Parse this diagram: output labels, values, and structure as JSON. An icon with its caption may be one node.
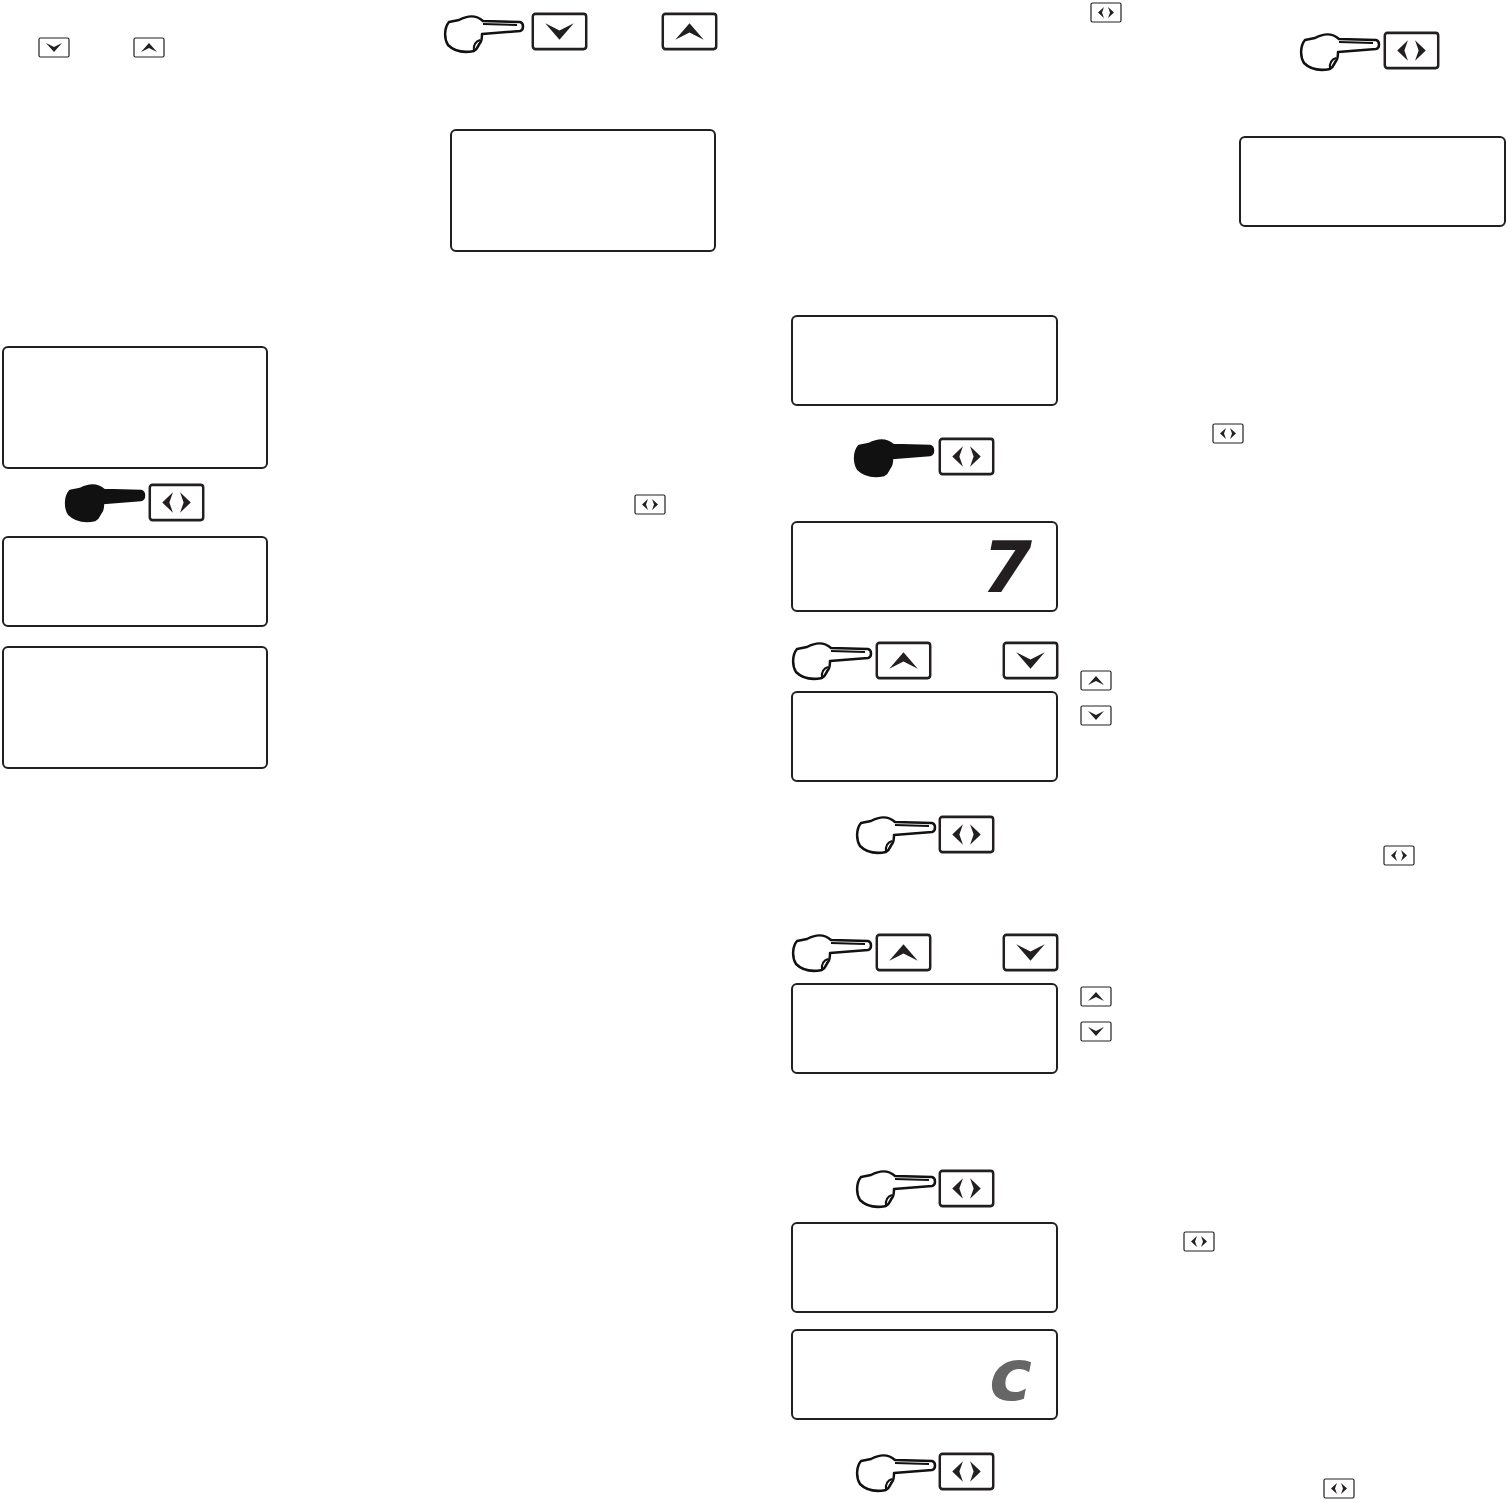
{
  "diagram": {
    "nodes": [
      {
        "text": [],
        "shape": "box"
      },
      {
        "text": [],
        "shape": "box"
      },
      {
        "text": [],
        "shape": "box"
      },
      {
        "text": [],
        "shape": "box"
      },
      {
        "text": [],
        "shape": "box"
      },
      {
        "text": [
          "7"
        ]
      },
      {
        "text": [],
        "shape": "box"
      },
      {
        "text": [],
        "shape": "box"
      },
      {
        "text": [],
        "shape": "box"
      },
      {
        "text": [
          "c"
        ]
      },
      {
        "text": [],
        "shape": "box"
      }
    ]
  }
}
